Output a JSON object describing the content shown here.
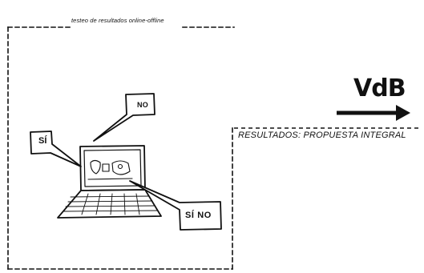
{
  "header": {
    "cropped_title": "",
    "panel_caption": "testeo de resultados online-offline"
  },
  "illustration": {
    "bubble_no_label": "NO",
    "bubble_si_label": "SÍ",
    "bubble_si_no_label": "SÍ NO"
  },
  "logo": {
    "text": "VdB"
  },
  "results": {
    "caption": "RESULTADOS: PROPUESTA INTEGRAL"
  },
  "colors": {
    "ink": "#111111",
    "background": "#ffffff"
  }
}
